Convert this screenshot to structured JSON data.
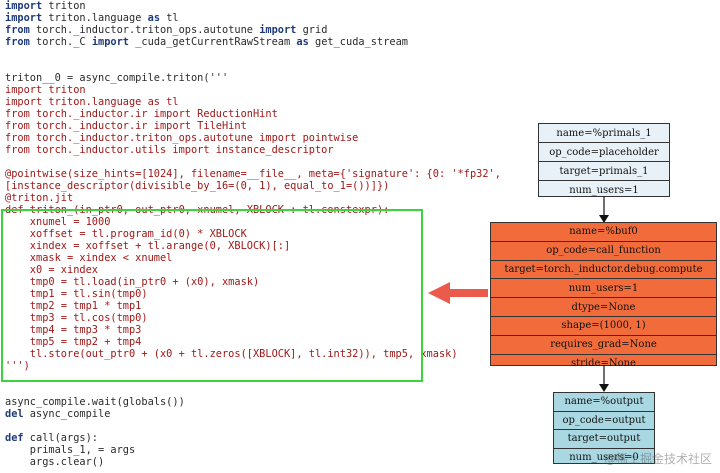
{
  "code_lines": [
    [
      {
        "t": "import",
        "c": "kw"
      },
      {
        "t": " triton",
        "c": "plain"
      }
    ],
    [
      {
        "t": "import",
        "c": "kw"
      },
      {
        "t": " triton.",
        "c": "plain"
      },
      {
        "t": "language",
        "c": "fn"
      },
      {
        "t": " ",
        "c": "plain"
      },
      {
        "t": "as",
        "c": "kw"
      },
      {
        "t": " tl",
        "c": "plain"
      }
    ],
    [
      {
        "t": "from",
        "c": "kw"
      },
      {
        "t": " torch._inductor.triton_ops.autotune ",
        "c": "plain"
      },
      {
        "t": "import",
        "c": "kw"
      },
      {
        "t": " grid",
        "c": "plain"
      }
    ],
    [
      {
        "t": "from",
        "c": "kw"
      },
      {
        "t": " torch._C ",
        "c": "plain"
      },
      {
        "t": "import",
        "c": "kw"
      },
      {
        "t": " _cuda_getCurrentRawStream ",
        "c": "plain"
      },
      {
        "t": "as",
        "c": "kw"
      },
      {
        "t": " get_cuda_stream",
        "c": "plain"
      }
    ],
    [],
    [],
    [
      {
        "t": "triton__0 = async_compile.triton('''",
        "c": "plain"
      }
    ],
    [
      {
        "t": "import triton",
        "c": "str"
      }
    ],
    [
      {
        "t": "import triton.language as tl",
        "c": "str"
      }
    ],
    [
      {
        "t": "from torch._inductor.ir import ReductionHint",
        "c": "str"
      }
    ],
    [
      {
        "t": "from torch._inductor.ir import TileHint",
        "c": "str"
      }
    ],
    [
      {
        "t": "from torch._inductor.triton_ops.autotune import pointwise",
        "c": "str"
      }
    ],
    [
      {
        "t": "from torch._inductor.utils import instance_descriptor",
        "c": "str"
      }
    ],
    [],
    [
      {
        "t": "@pointwise(size_hints=[1024], filename=__file__, meta={'signature': {0: '*fp32',",
        "c": "str"
      }
    ],
    [
      {
        "t": "[instance_descriptor(divisible_by_16=(0, 1), equal_to_1=())]})",
        "c": "str"
      }
    ],
    [
      {
        "t": "@triton.jit",
        "c": "str"
      }
    ],
    [
      {
        "t": "def triton_(in_ptr0, out_ptr0, xnumel, XBLOCK : tl.constexpr):",
        "c": "str"
      }
    ],
    [
      {
        "t": "    xnumel = 1000",
        "c": "str"
      }
    ],
    [
      {
        "t": "    xoffset = tl.program_id(0) * XBLOCK",
        "c": "str"
      }
    ],
    [
      {
        "t": "    xindex = xoffset + tl.arange(0, XBLOCK)[:]",
        "c": "str"
      }
    ],
    [
      {
        "t": "    xmask = xindex < xnumel",
        "c": "str"
      }
    ],
    [
      {
        "t": "    x0 = xindex",
        "c": "str"
      }
    ],
    [
      {
        "t": "    tmp0 = tl.load(in_ptr0 + (x0), xmask)",
        "c": "str"
      }
    ],
    [
      {
        "t": "    tmp1 = tl.sin(tmp0)",
        "c": "str"
      }
    ],
    [
      {
        "t": "    tmp2 = tmp1 * tmp1",
        "c": "str"
      }
    ],
    [
      {
        "t": "    tmp3 = tl.cos(tmp0)",
        "c": "str"
      }
    ],
    [
      {
        "t": "    tmp4 = tmp3 * tmp3",
        "c": "str"
      }
    ],
    [
      {
        "t": "    tmp5 = tmp2 + tmp4",
        "c": "str"
      }
    ],
    [
      {
        "t": "    tl.store(out_ptr0 + (x0 + tl.zeros([XBLOCK], tl.int32)), tmp5, xmask)",
        "c": "str"
      }
    ],
    [
      {
        "t": "''')",
        "c": "str"
      }
    ],
    [],
    [],
    [
      {
        "t": "async_compile.wait(globals())",
        "c": "plain"
      }
    ],
    [
      {
        "t": "del",
        "c": "kw"
      },
      {
        "t": " async_compile",
        "c": "plain"
      }
    ],
    [],
    [
      {
        "t": "def",
        "c": "kw"
      },
      {
        "t": " call(args):",
        "c": "plain"
      }
    ],
    [
      {
        "t": "    primals_1, = args",
        "c": "plain"
      }
    ],
    [
      {
        "t": "    args.clear()",
        "c": "plain"
      }
    ]
  ],
  "graph": {
    "node_primals": {
      "rows": [
        "name=%primals_1",
        "op_code=placeholder",
        "target=primals_1",
        "num_users=1"
      ],
      "fill": "#e8f1f8"
    },
    "node_buf0": {
      "rows": [
        "name=%buf0",
        "op_code=call_function",
        "target=torch._inductor.debug.compute",
        "num_users=1",
        "dtype=None",
        "shape=(1000, 1)",
        "requires_grad=None",
        "stride=None"
      ],
      "fill": "#f26b3a"
    },
    "node_output": {
      "rows": [
        "name=%output",
        "op_code=output",
        "target=output",
        "num_users=0"
      ],
      "fill": "#a9d8e2"
    }
  },
  "colors": {
    "highlight_border": "#3fd23f",
    "arrow": "#ea5b4b"
  },
  "watermark": "@稀土掘金技术社区"
}
